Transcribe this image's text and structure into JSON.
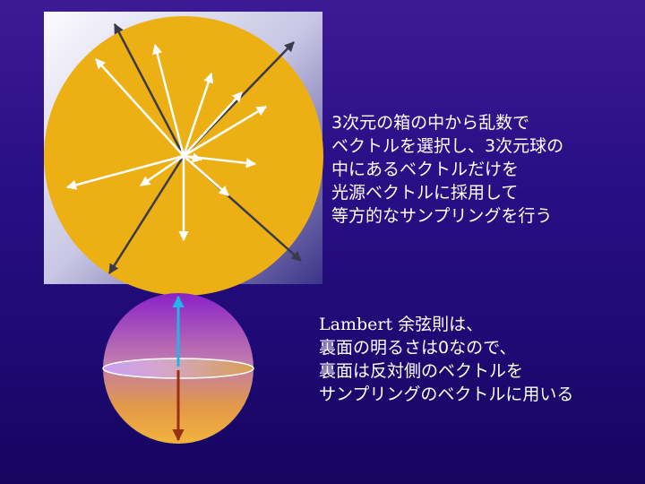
{
  "top_text": {
    "lines": [
      "3次元の箱の中から乱数で",
      "ベクトルを選択し、3次元球の",
      "中にあるベクトルだけを",
      "光源ベクトルに採用して",
      "等方的なサンプリングを行う"
    ]
  },
  "bottom_text": {
    "line1_word": "Lambert",
    "line1_rest": " 余弦則は、",
    "lines": [
      "裏面の明るさは0なので、",
      "裏面は反対側のベクトルを",
      "サンプリングのベクトルに用いる"
    ]
  },
  "colors": {
    "background_top": "#3d1a96",
    "background_bottom": "#160560",
    "circle_fill": "#ecb015",
    "box_light": "#f4f4fc",
    "box_dark": "#3c3488",
    "rejected_arrow": "#3a3a4a",
    "accepted_arrow": "#ffffff",
    "front_arrow": "#22b4e6",
    "back_arrow": "#9a3010"
  }
}
